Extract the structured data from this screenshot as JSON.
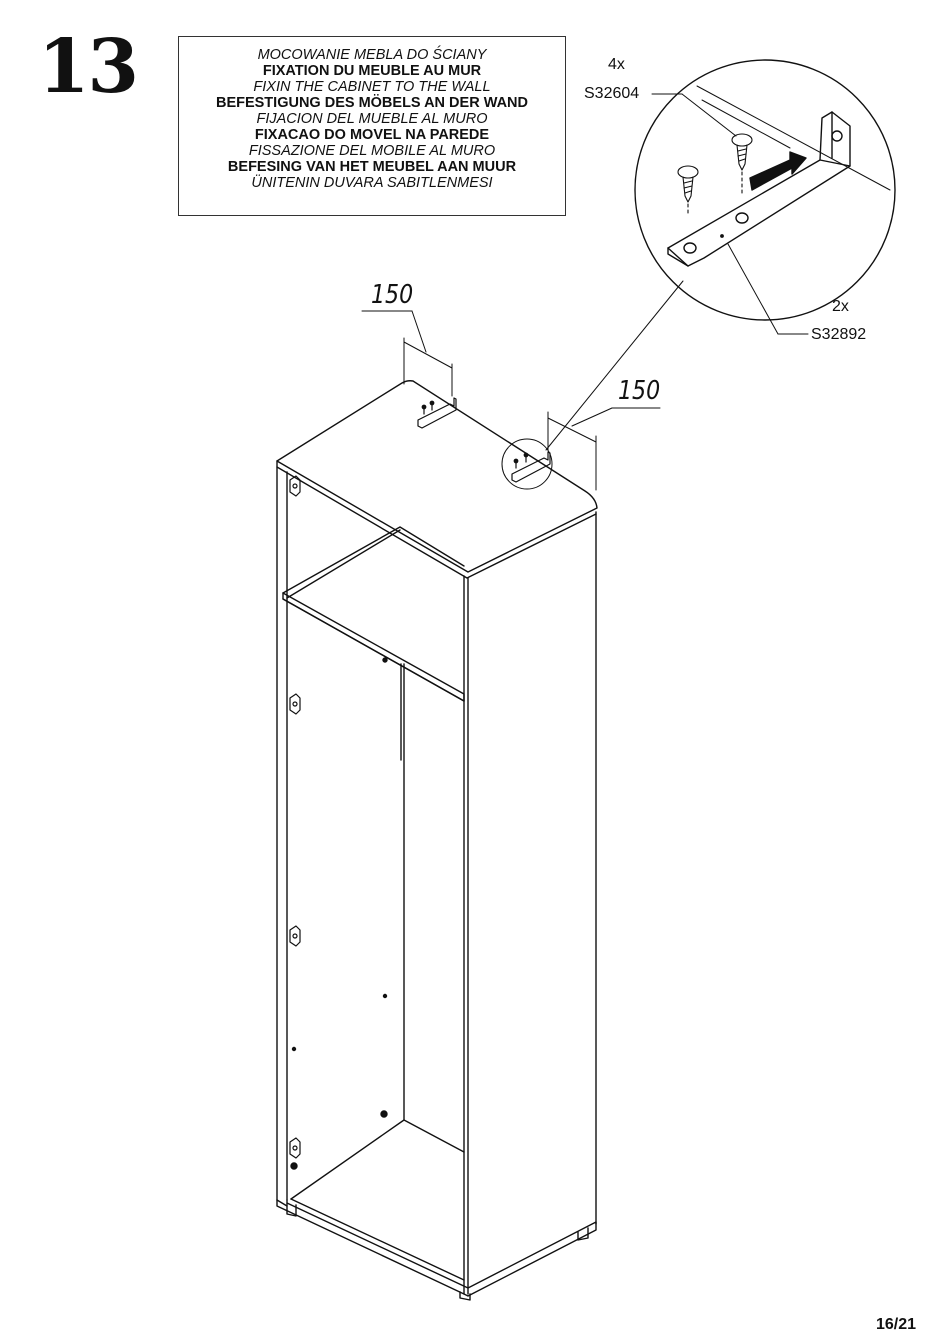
{
  "step": {
    "number": "13"
  },
  "title_lines": [
    {
      "text": "MOCOWANIE MEBLA DO ŚCIANY",
      "style": "it"
    },
    {
      "text": "FIXATION DU MEUBLE AU MUR",
      "style": "b"
    },
    {
      "text": "FIXIN THE CABINET TO THE WALL",
      "style": "it"
    },
    {
      "text": "BEFESTIGUNG DES MÖBELS AN DER WAND",
      "style": "b"
    },
    {
      "text": "FIJACION DEL MUEBLE AL MURO",
      "style": "it"
    },
    {
      "text": "FIXACAO DO MOVEL NA PAREDE",
      "style": "b"
    },
    {
      "text": "FISSAZIONE DEL MOBILE AL MURO",
      "style": "it"
    },
    {
      "text": "BEFESING VAN HET MEUBEL AAN MUUR",
      "style": "b"
    },
    {
      "text": "ÜNITENIN DUVARA SABITLENMESI",
      "style": "it"
    }
  ],
  "parts": {
    "screw": {
      "qty": "4x",
      "code": "S32604"
    },
    "bracket": {
      "qty": "2x",
      "code": "S32892"
    }
  },
  "dimensions": {
    "left": "150",
    "right": "150"
  },
  "page": {
    "number": "16/21"
  }
}
